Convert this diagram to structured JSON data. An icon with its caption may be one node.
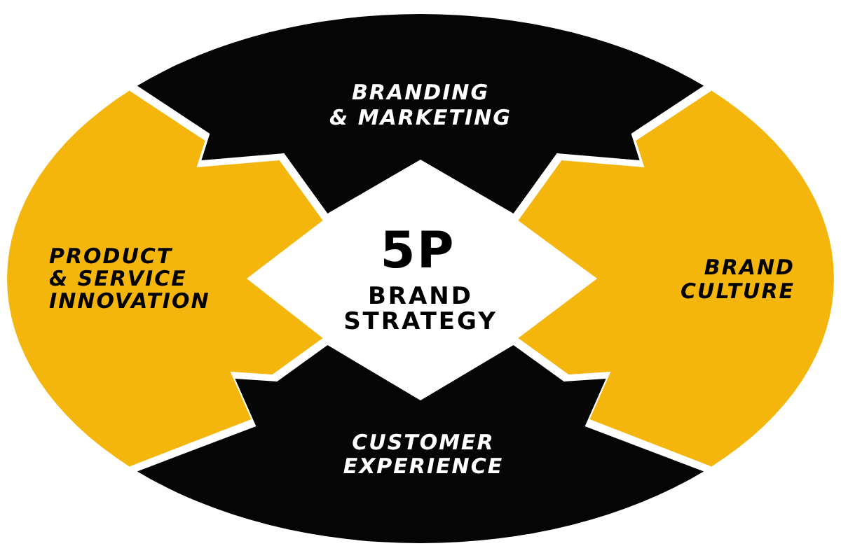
{
  "diagram": {
    "nodes": [
      {
        "text": [
          "BRANDING & MARKETING"
        ]
      },
      {
        "text": [
          "PRODUCT & SERVICE INNOVATION"
        ]
      },
      {
        "text": [
          "5P",
          "BRAND STRATEGY"
        ]
      },
      {
        "text": [
          "BRAND CULTURE"
        ]
      },
      {
        "text": [
          "CUSTOMER EXPERIENCE"
        ]
      }
    ]
  }
}
